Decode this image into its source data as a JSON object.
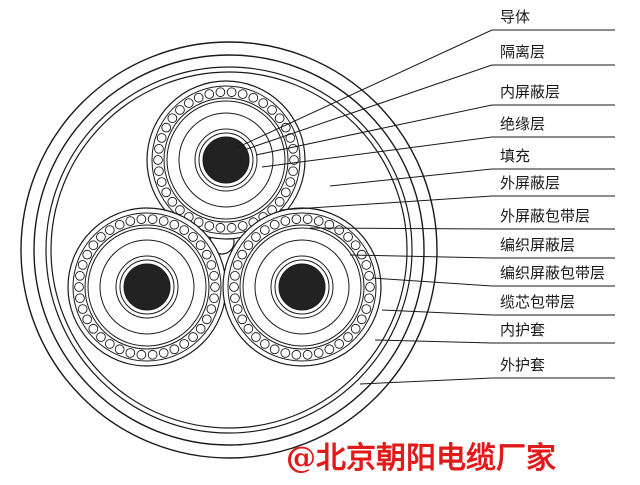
{
  "labels": [
    "导体",
    "隔离层",
    "内屏蔽层",
    "绝缘层",
    "填充",
    "外屏蔽层",
    "外屏蔽包带层",
    "编织屏蔽层",
    "编织屏蔽包带层",
    "缆芯包带层",
    "内护套",
    "外护套"
  ],
  "watermark": "@北京朝阳电缆厂家",
  "colors": {
    "line": "#1a1a1a",
    "conductor": "#222222",
    "watermark": "#e11b1b",
    "background": "#ffffff"
  }
}
